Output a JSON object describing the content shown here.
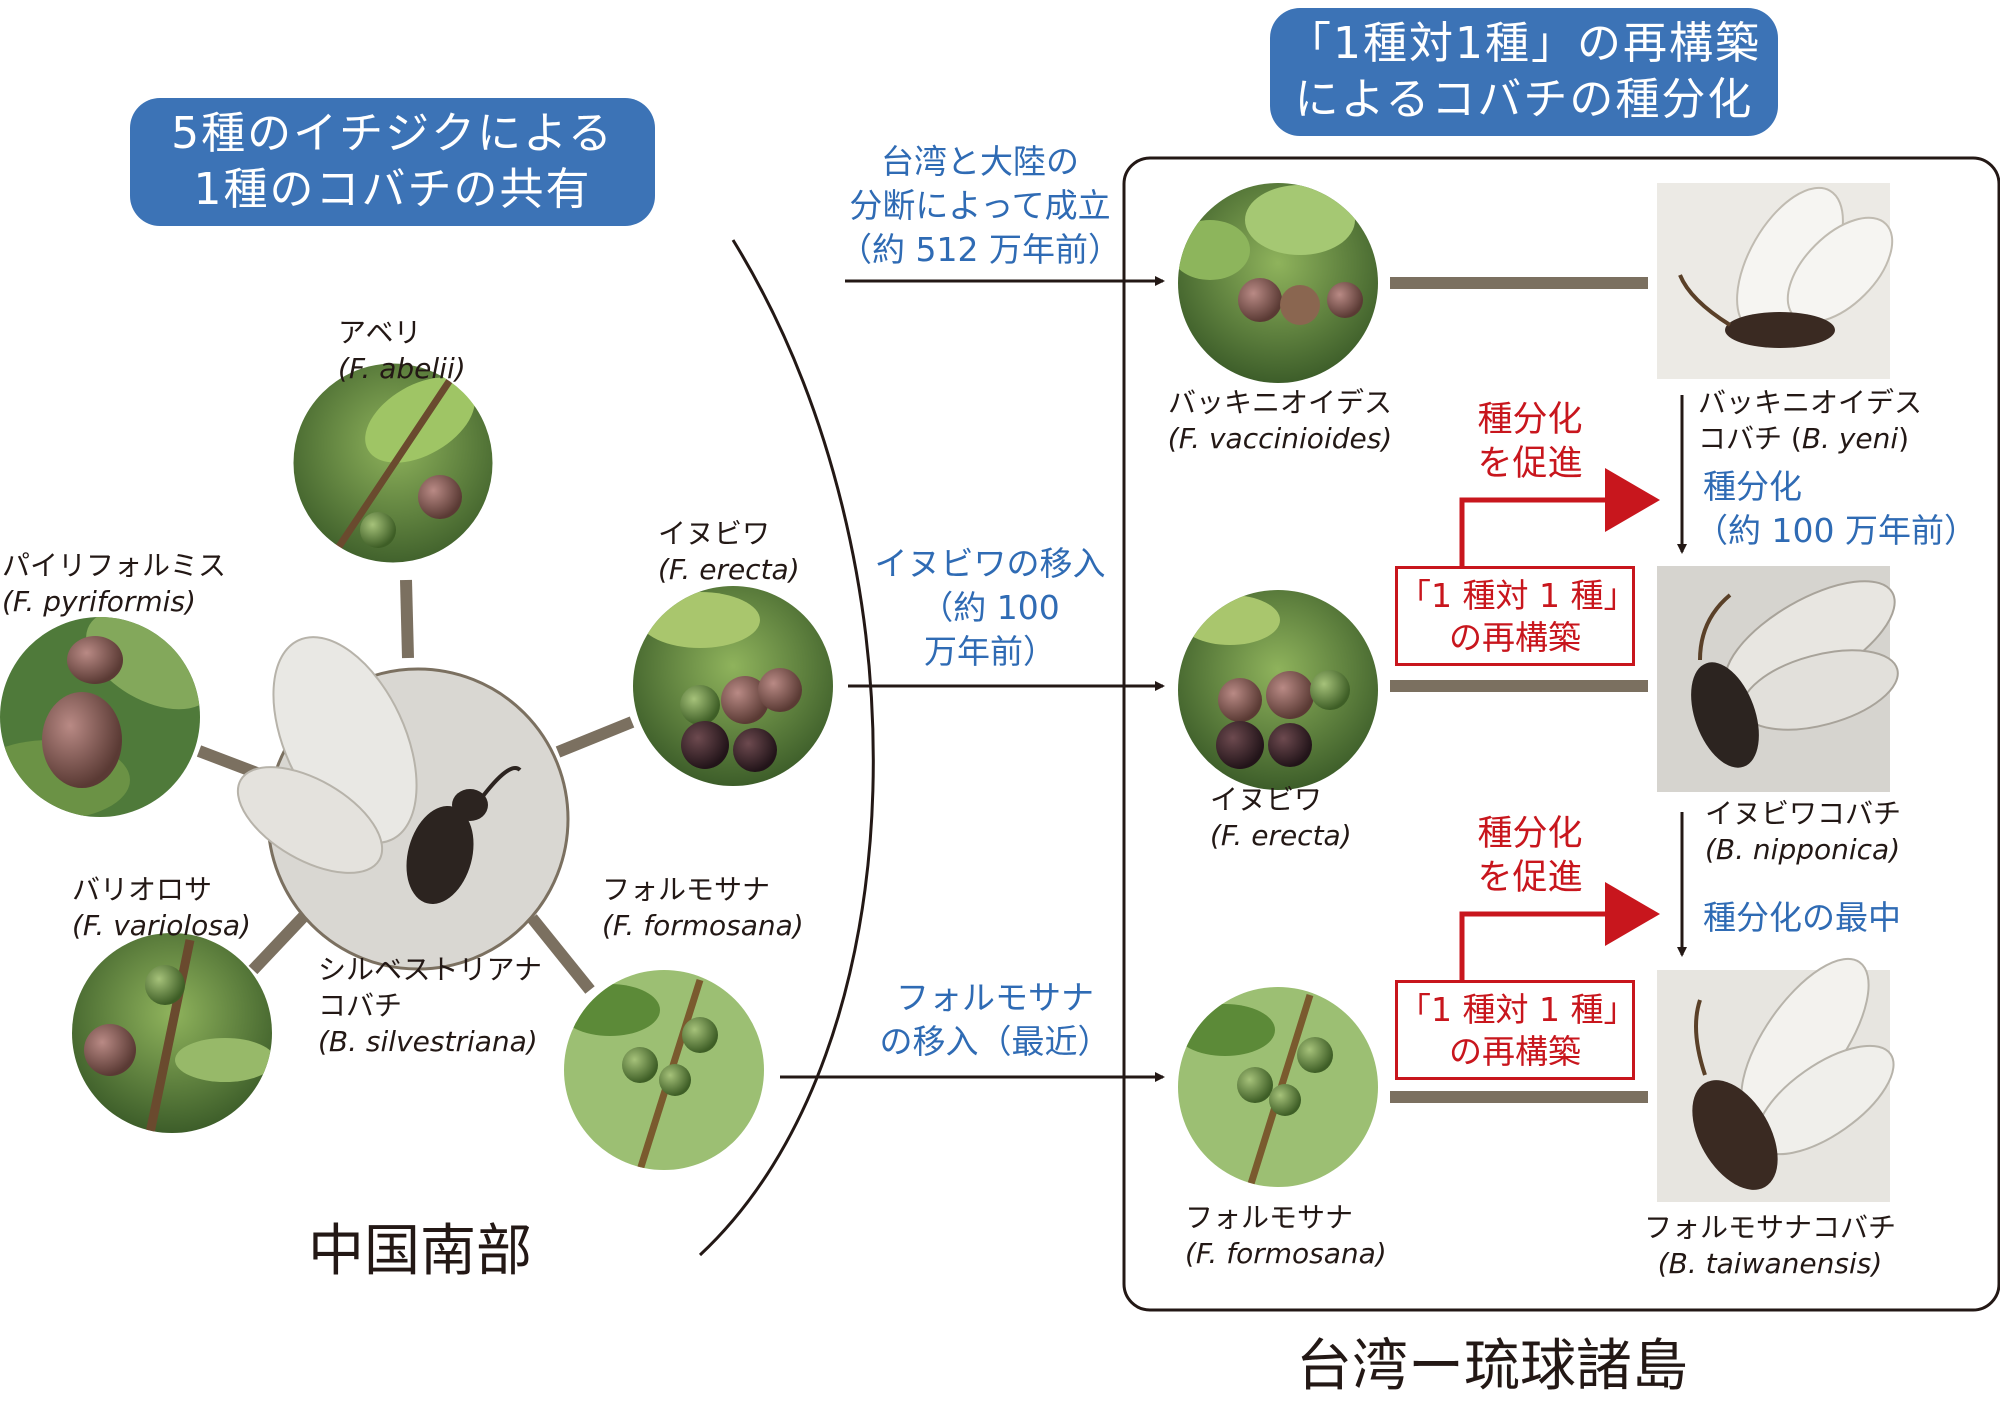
{
  "headers": {
    "left": [
      "5種のイチジクによる",
      "1種のコバチの共有"
    ],
    "right": [
      "「1種対1種」の再構築",
      "によるコバチの種分化"
    ]
  },
  "regions": {
    "left": "中国南部",
    "right": "台湾ー琉球諸島"
  },
  "china": {
    "abelii": {
      "jp": "アベリ",
      "sci": "(F. abelii)"
    },
    "pyriformis": {
      "jp": "パイリフォルミス",
      "sci": "(F. pyriformis)"
    },
    "erecta": {
      "jp": "イヌビワ",
      "sci": "(F. erecta)"
    },
    "variolosa": {
      "jp": "バリオロサ",
      "sci": "(F. variolosa)"
    },
    "formosana": {
      "jp": "フォルモサナ",
      "sci": "(F. formosana)"
    },
    "wasp": {
      "jp1": "シルベストリアナ",
      "jp2": "コバチ",
      "sci": "(B. silvestriana)"
    }
  },
  "migrations": {
    "first": [
      "台湾と大陸の",
      "分断によって成立",
      "（約 512 万年前）"
    ],
    "second": [
      "イヌビワの移入",
      "（約 100",
      "万年前）"
    ],
    "third": [
      "フォルモサナ",
      "の移入（最近）"
    ]
  },
  "taiwan": {
    "figs": {
      "vaccinioides": {
        "jp": "バッキニオイデス",
        "sci": "(F. vaccinioides)"
      },
      "erecta": {
        "jp": "イヌビワ",
        "sci": "(F. erecta)"
      },
      "formosana": {
        "jp": "フォルモサナ",
        "sci": "(F. formosana)"
      }
    },
    "wasps": {
      "yeni": {
        "jp1": "バッキニオイデス",
        "jp2": "コバチ (",
        "sci": "B. yeni",
        "tail": ")"
      },
      "nipponica": {
        "jp": "イヌビワコバチ",
        "sci": "(B. nipponica)"
      },
      "taiwanensis": {
        "jp": "フォルモサナコバチ",
        "sci": "(B. taiwanensis)"
      }
    },
    "promote_1": [
      "種分化",
      "を促進"
    ],
    "promote_2": [
      "種分化",
      "を促進"
    ],
    "rebuild_1": [
      "「1 種対 1 種」",
      "の再構築"
    ],
    "rebuild_2": [
      "「1 種対 1 種」",
      "の再構築"
    ],
    "speciation_1": [
      "種分化",
      "（約 100 万年前）"
    ],
    "speciation_2": "種分化の最中"
  },
  "colors": {
    "header_blue": "#3c73b6",
    "label_blue": "#2f6bb4",
    "promote_red": "#c8161d",
    "link_brown": "#7b7060"
  }
}
